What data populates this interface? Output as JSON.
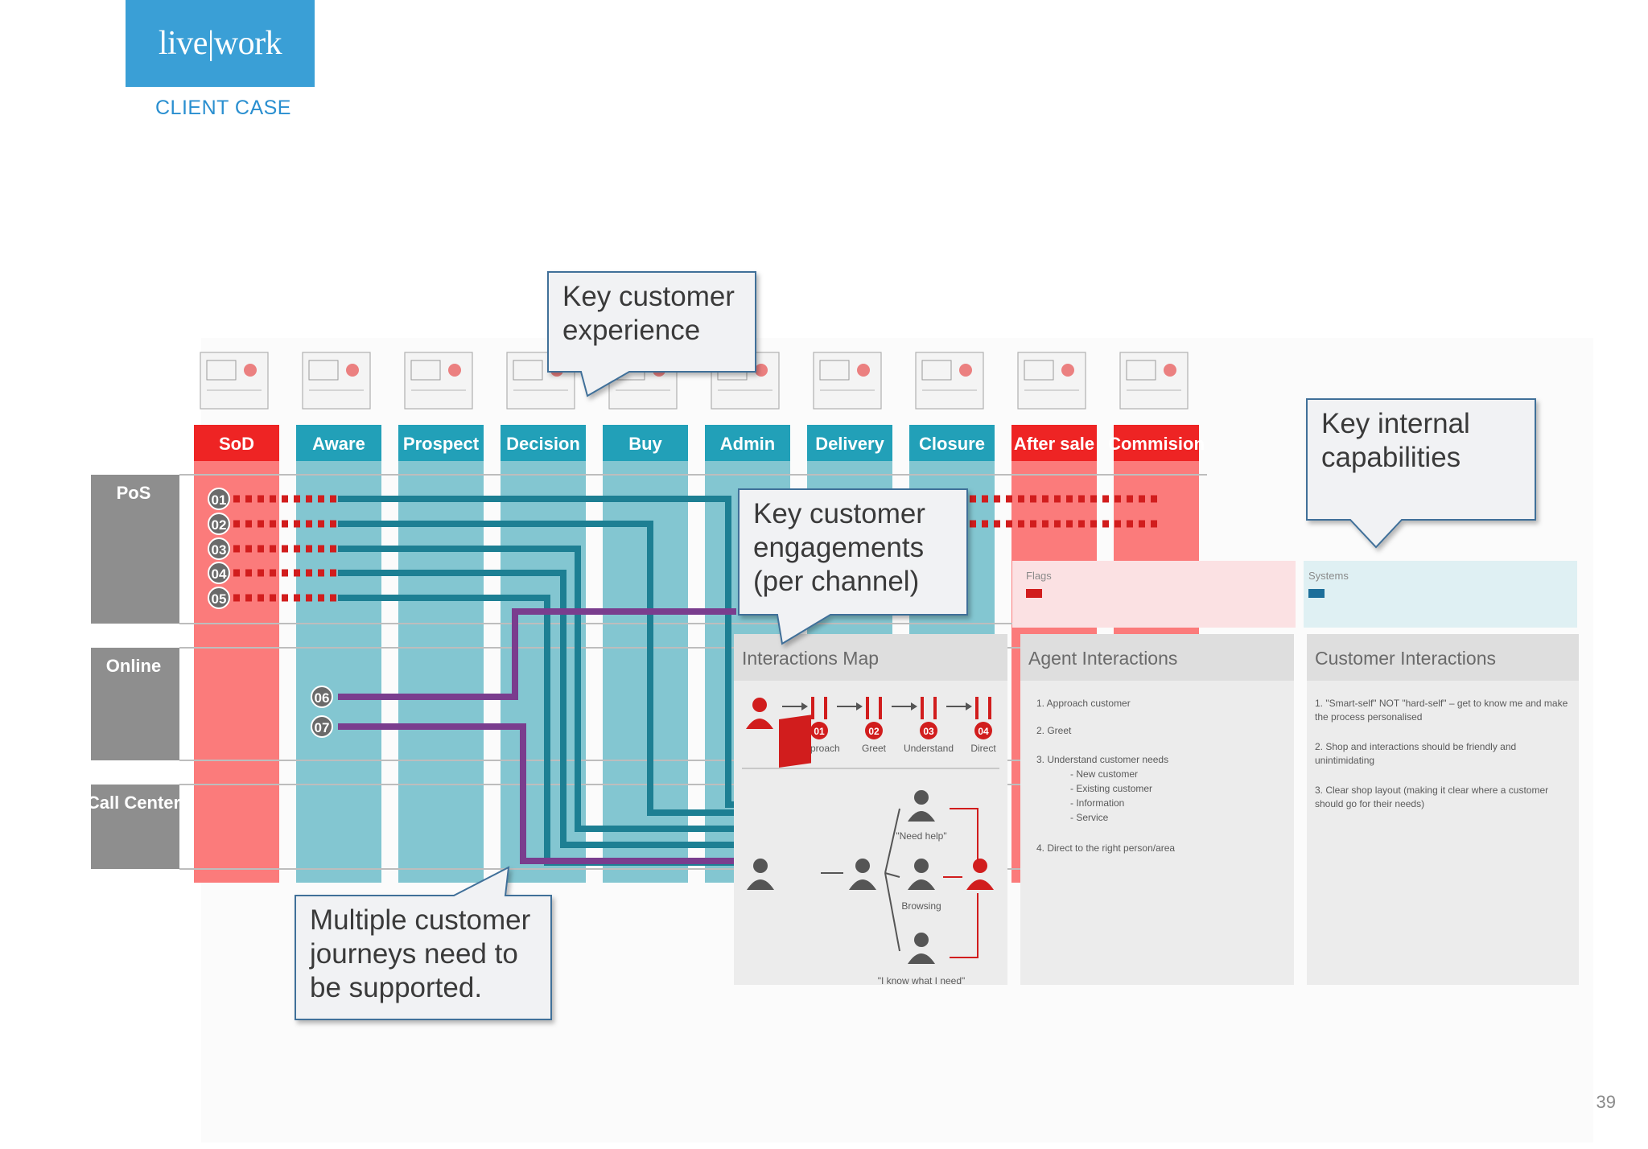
{
  "brand": {
    "logo_text": "live|work",
    "tag": "CLIENT CASE",
    "accent_color": "#3a9fd6"
  },
  "page_number": "39",
  "stages": [
    {
      "label": "SoD",
      "color": "red"
    },
    {
      "label": "Aware",
      "color": "teal"
    },
    {
      "label": "Prospect",
      "color": "teal"
    },
    {
      "label": "Decision",
      "color": "teal"
    },
    {
      "label": "Buy",
      "color": "teal"
    },
    {
      "label": "Admin",
      "color": "teal"
    },
    {
      "label": "Delivery",
      "color": "teal"
    },
    {
      "label": "Closure",
      "color": "teal"
    },
    {
      "label": "After sale",
      "color": "red"
    },
    {
      "label": "Commision",
      "color": "red"
    }
  ],
  "channels": [
    "PoS",
    "Online",
    "Call Center"
  ],
  "journeys": [
    "01",
    "02",
    "03",
    "04",
    "05",
    "06",
    "07"
  ],
  "panels": {
    "interactions_map": {
      "title": "Interactions Map",
      "steps": [
        "01",
        "02",
        "03",
        "04"
      ],
      "step_labels": [
        "Approach",
        "Greet",
        "Understand",
        "Direct"
      ],
      "quotes": [
        "\"Need help\"",
        "Browsing",
        "\"I know what I need\""
      ]
    },
    "agent_interactions": {
      "title": "Agent Interactions",
      "flags_label": "Flags",
      "items": [
        "1. Approach customer",
        "2. Greet",
        "3. Understand customer needs",
        "- New customer",
        "- Existing customer",
        "- Information",
        "- Service",
        "4. Direct to the right person/area"
      ]
    },
    "customer_interactions": {
      "title": "Customer Interactions",
      "systems_label": "Systems",
      "items": [
        "1. \"Smart-self\" NOT \"hard-self\" – get to know me and make the process personalised",
        "2. Shop and interactions should be friendly and unintimidating",
        "3. Clear shop layout (making it clear where a customer should go for their needs)"
      ]
    }
  },
  "callouts": {
    "experience": "Key customer\nexperience",
    "engagements": "Key customer\nengagements\n(per channel)",
    "capabilities": "Key internal\ncapabilities",
    "journeys": "Multiple customer\njourneys need to\nbe supported."
  },
  "colors": {
    "red": "#fb7474",
    "red_header": "#ee2424",
    "teal": "#7cc3cf",
    "teal_header": "#22a0b8",
    "dark_teal": "#1d7f93",
    "purple": "#7a3d8e",
    "gray": "#8e8e8e",
    "panel_bg": "#ececec",
    "flags_bg": "#fbe1e3",
    "systems_bg": "#dff0f3"
  }
}
